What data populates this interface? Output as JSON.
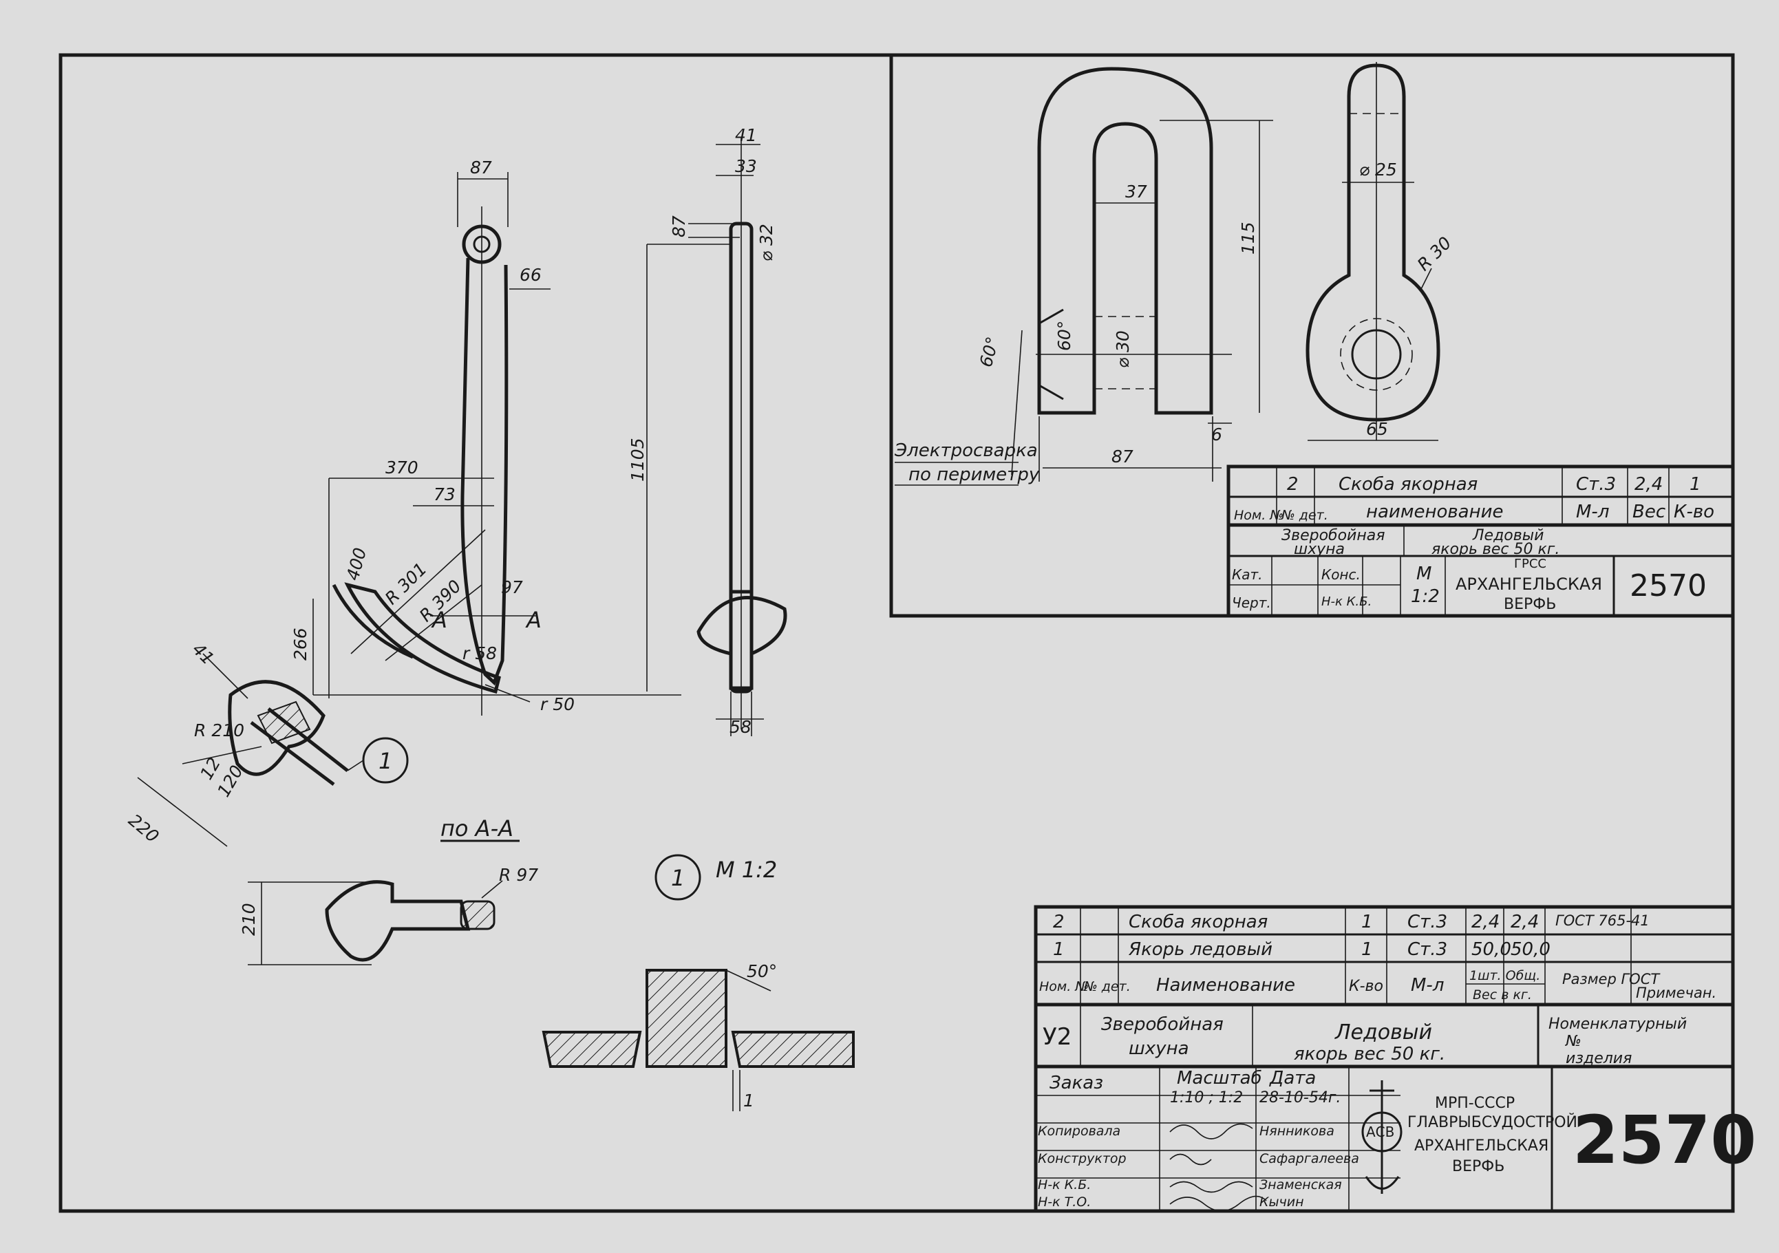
{
  "drawing": {
    "anchor_dims": [
      "87",
      "66",
      "370",
      "73",
      "400",
      "R 301",
      "R 390",
      "97",
      "A",
      "A",
      "266",
      "r 58",
      "r 50",
      "41",
      "R 210",
      "12",
      "120",
      "220",
      "1105",
      "41",
      "33",
      "87",
      "⌀ 32",
      "58"
    ],
    "section_label": "по А-А",
    "section_dims": [
      "R 97",
      "210"
    ],
    "detail_number": "1",
    "detail_scale": "М 1:2",
    "detail_dims": [
      "50°",
      "1"
    ],
    "shackle_dims": [
      "37",
      "115",
      "60°",
      "60°",
      "⌀ 30",
      "87",
      "6",
      "⌀ 25",
      "R 30",
      "65"
    ],
    "weld_note": [
      "Электросварка",
      "по периметру"
    ]
  },
  "shackle_table": {
    "row": [
      "2",
      "Скоба якорная",
      "Ст.3",
      "2,4",
      "1"
    ],
    "header": [
      "Ном. №",
      "№ дет.",
      "наименование",
      "М-л",
      "Вес",
      "К-во"
    ],
    "project": [
      "Зверобойная",
      "шхуна"
    ],
    "title": [
      "Ледовый",
      "якорь вес 50 кг."
    ],
    "org": [
      "ГРСС",
      "АРХАНГЕЛЬСКАЯ",
      "ВЕРФЬ"
    ],
    "roles": [
      "Кат.",
      "Черт.",
      "Конс.",
      "Н-к К.Б."
    ],
    "scale": [
      "М",
      "1:2"
    ],
    "number": "2570"
  },
  "spec_table": {
    "rows": [
      [
        "2",
        "Скоба якорная",
        "1",
        "Ст.3",
        "2,4",
        "2,4",
        "ГОСТ 765-41"
      ],
      [
        "1",
        "Якорь ледовый",
        "1",
        "Ст.3",
        "50,0",
        "50,0",
        ""
      ]
    ],
    "header": [
      "Ном. №",
      "№ дет.",
      "Наименование",
      "К-во",
      "М-л",
      "1шт. Общ.",
      "Вес в кг.",
      "Размер ГОСТ",
      "Примечан."
    ],
    "code": "У2",
    "project": [
      "Зверобойная",
      "шхуна"
    ],
    "title": [
      "Ледовый",
      "якорь вес 50 кг."
    ],
    "nomenclature": [
      "Номенклатурный",
      "№",
      "изделия"
    ],
    "order_label": "Заказ",
    "scale_label": "Масштаб",
    "scale_value": "1:10 ; 1:2",
    "date_label": "Дата",
    "date_value": "28-10-54г.",
    "roles": [
      "Копировала",
      "Конструктор",
      "Н-к К.Б.",
      "Н-к Т.О."
    ],
    "names": [
      "Нянникова",
      "Сафаргалеева",
      "Знаменская",
      "Кычин"
    ],
    "logo": "АСВ",
    "org": [
      "МРП-СССР",
      "ГЛАВРЫБСУДОСТРОЙ",
      "АРХАНГЕЛЬСКАЯ",
      "ВЕРФЬ"
    ],
    "number": "2570"
  }
}
